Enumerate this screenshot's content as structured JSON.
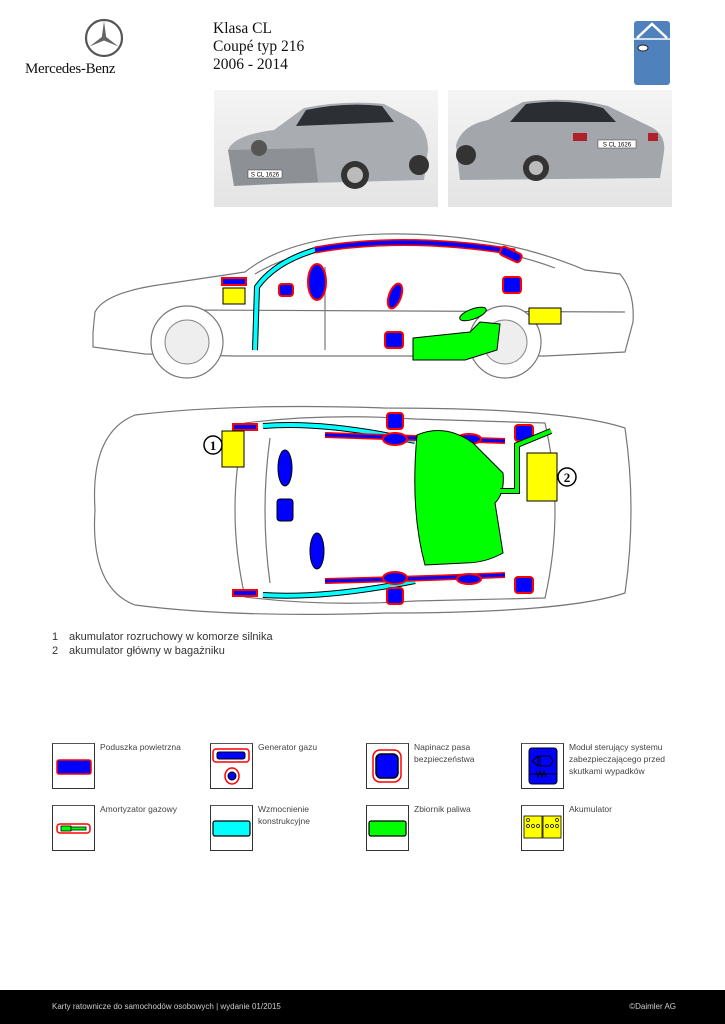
{
  "header": {
    "brand": "Mercedes-Benz",
    "title_lines": [
      "Klasa CL",
      "Coupé typ 216",
      "2006 - 2014"
    ],
    "door_icon_color": "#4f81bd"
  },
  "callouts": [
    "1",
    "2"
  ],
  "notes": [
    {
      "num": "1",
      "text": "akumulator rozruchowy w komorze silnika"
    },
    {
      "num": "2",
      "text": "akumulator główny w bagażniku"
    }
  ],
  "plates": [
    "S CL 1626",
    "S CL 1626"
  ],
  "legend": [
    {
      "label": "Poduszka powietrzna",
      "icon": "airbag-icon"
    },
    {
      "label": "Generator gazu",
      "icon": "gas-generator-icon"
    },
    {
      "label": "Napinacz pasa bezpieczeństwa",
      "icon": "belt-tensioner-icon"
    },
    {
      "label": "Moduł sterujący systemu zabezpieczającego przed skutkami wypadków",
      "icon": "control-module-icon"
    },
    {
      "label": "Amortyzator gazowy",
      "icon": "gas-strut-icon"
    },
    {
      "label": "Wzmocnienie konstrukcyjne",
      "icon": "reinforcement-icon"
    },
    {
      "label": "Zbiornik paliwa",
      "icon": "fuel-tank-icon"
    },
    {
      "label": "Akumulator",
      "icon": "battery-icon"
    }
  ],
  "colors": {
    "airbag": "#0000ff",
    "outline": "#ff0000",
    "reinforcement": "#00ffff",
    "fuel": "#00ff00",
    "battery": "#ffff00"
  },
  "footer": {
    "left": "Karty ratownicze do samochodów osobowych | wydanie 01/2015",
    "right": "©Daimler AG"
  }
}
